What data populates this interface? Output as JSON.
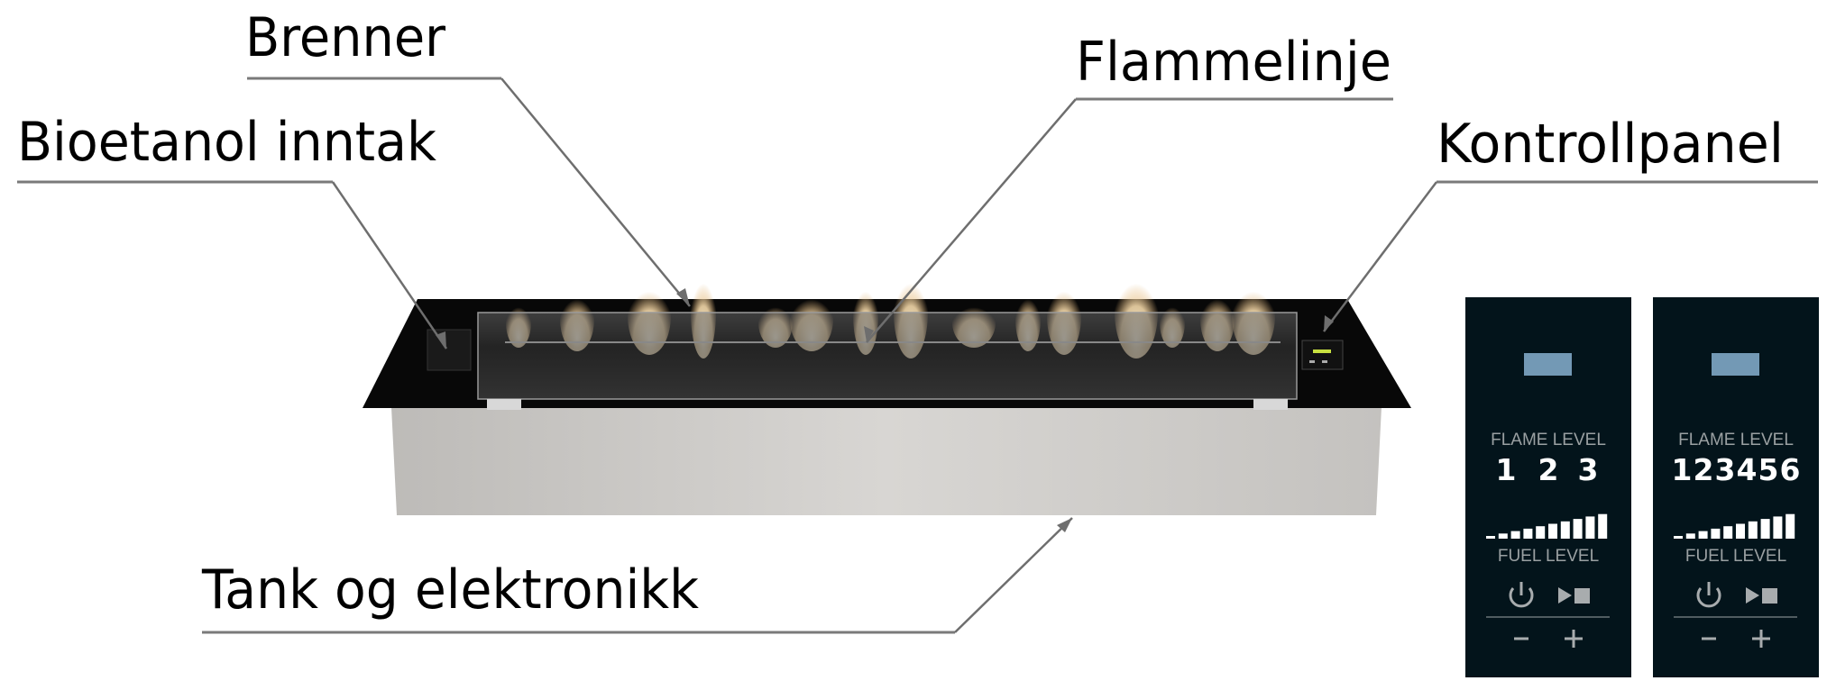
{
  "labels": {
    "burner": "Brenner",
    "flame_line": "Flammelinje",
    "bioethanol_inlet": "Bioetanol inntak",
    "control_panel": "Kontrollpanel",
    "tank": "Tank og elektronikk"
  },
  "panels": [
    {
      "flame_label": "FLAME LEVEL",
      "levels": [
        "1",
        "2",
        "3"
      ],
      "fuel_label": "FUEL LEVEL"
    },
    {
      "flame_label": "FLAME LEVEL",
      "levels": [
        "1",
        "2",
        "3",
        "4",
        "5",
        "6"
      ],
      "fuel_label": "FUEL LEVEL"
    }
  ],
  "colors": {
    "panel_bg": "#03141b",
    "display": "#7399b5",
    "glass_top": "#0a0a0a",
    "tank": "#c9c7c4"
  }
}
